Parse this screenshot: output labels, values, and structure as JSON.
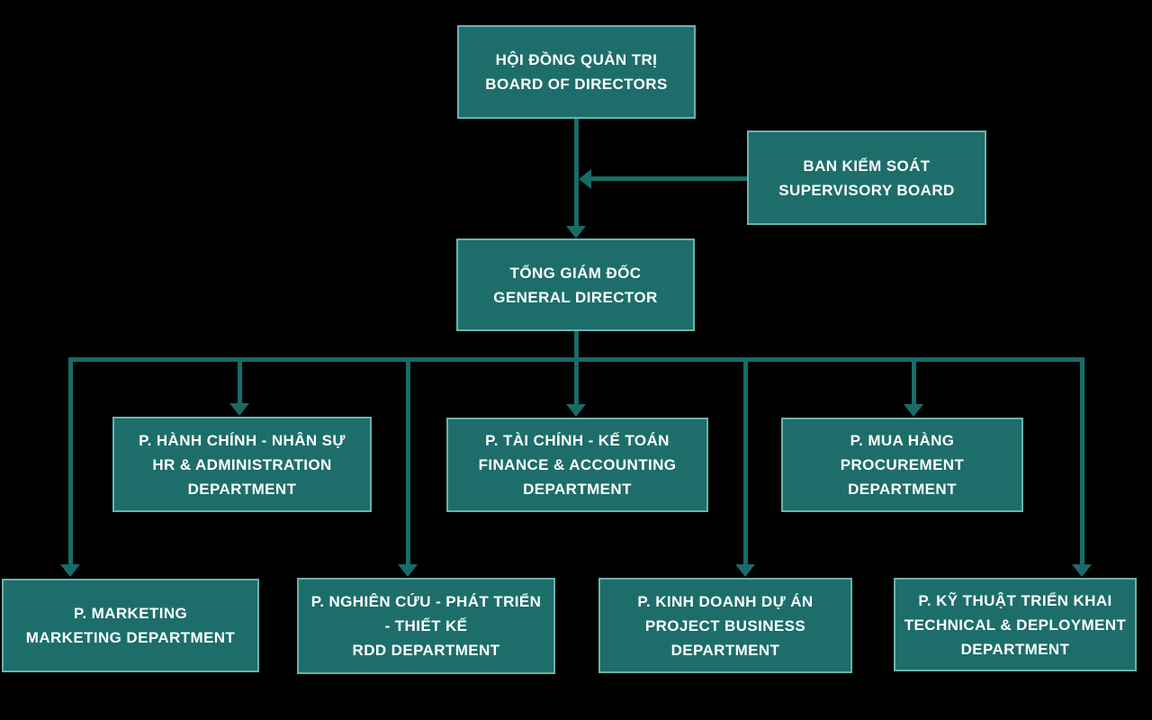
{
  "colors": {
    "background": "#000000",
    "box_fill": "#1D6E6A",
    "box_border": "#6BB2AC",
    "connector": "#1A6B68",
    "text": "#FFFFFF"
  },
  "nodes": {
    "board_of_directors": {
      "text": "HỘI ĐỒNG QUẢN TRỊ\nBOARD OF DIRECTORS"
    },
    "supervisory_board": {
      "text": "BAN KIỂM SOÁT\nSUPERVISORY BOARD"
    },
    "general_director": {
      "text": "TỔNG GIÁM ĐỐC\nGENERAL DIRECTOR"
    },
    "hr_administration": {
      "text": "P. HÀNH CHÍNH - NHÂN SỰ\nHR & ADMINISTRATION\nDEPARTMENT"
    },
    "finance_accounting": {
      "text": "P. TÀI CHÍNH - KẾ TOÁN\nFINANCE & ACCOUNTING\nDEPARTMENT"
    },
    "procurement": {
      "text": "P. MUA HÀNG\nPROCUREMENT\nDEPARTMENT"
    },
    "marketing": {
      "text": "P. MARKETING\nMARKETING DEPARTMENT"
    },
    "rdd": {
      "text": "P. NGHIÊN CỨU  - PHÁT TRIỂN\n- THIẾT KẾ\nRDD DEPARTMENT"
    },
    "project_business": {
      "text": "P. KINH DOANH DỰ ÁN\nPROJECT BUSINESS\nDEPARTMENT"
    },
    "technical_deployment": {
      "text": "P. KỸ THUẬT TRIỂN KHAI\nTECHNICAL & DEPLOYMENT\nDEPARTMENT"
    }
  },
  "edges": [
    {
      "from": "board_of_directors",
      "to": "general_director"
    },
    {
      "from": "supervisory_board",
      "to": "general_director"
    },
    {
      "from": "general_director",
      "to": "hr_administration"
    },
    {
      "from": "general_director",
      "to": "finance_accounting"
    },
    {
      "from": "general_director",
      "to": "procurement"
    },
    {
      "from": "general_director",
      "to": "marketing"
    },
    {
      "from": "general_director",
      "to": "rdd"
    },
    {
      "from": "general_director",
      "to": "project_business"
    },
    {
      "from": "general_director",
      "to": "technical_deployment"
    }
  ]
}
